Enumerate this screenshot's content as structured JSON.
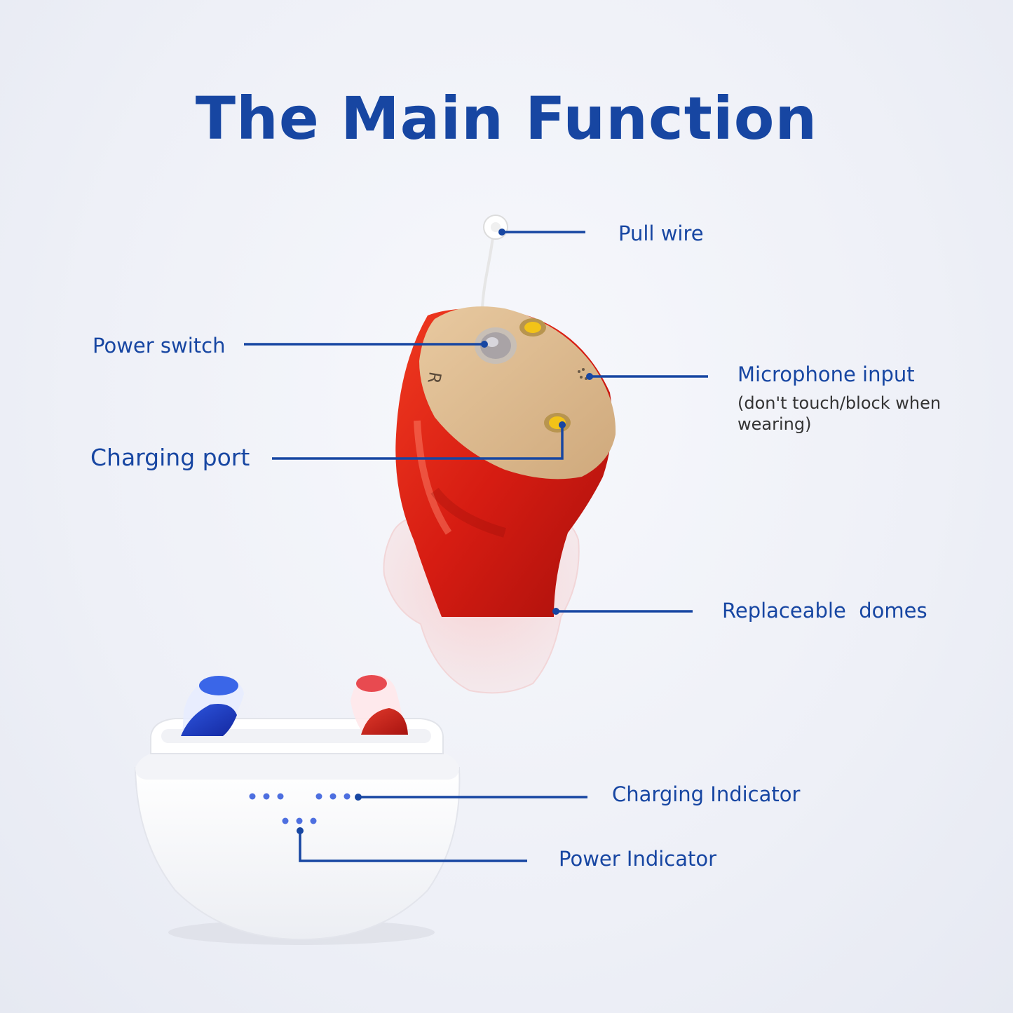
{
  "title": "The Main Function",
  "labels": {
    "pull_wire": "Pull wire",
    "power_switch": "Power switch",
    "microphone_input": "Microphone input",
    "microphone_note": "(don't touch/block when wearing)",
    "charging_port": "Charging port",
    "replaceable_domes": "Replaceable  domes",
    "charging_indicator": "Charging Indicator",
    "power_indicator": "Power Indicator"
  },
  "device": {
    "side_mark": "R"
  },
  "colors": {
    "accent": "#1746a2",
    "shell_red": "#d8261a",
    "faceplate": "#dcb98f",
    "case_white": "#ffffff",
    "left_aid_blue": "#1f3fc4"
  },
  "icons": [
    "hearing-aid-illustration",
    "charging-case-illustration"
  ]
}
